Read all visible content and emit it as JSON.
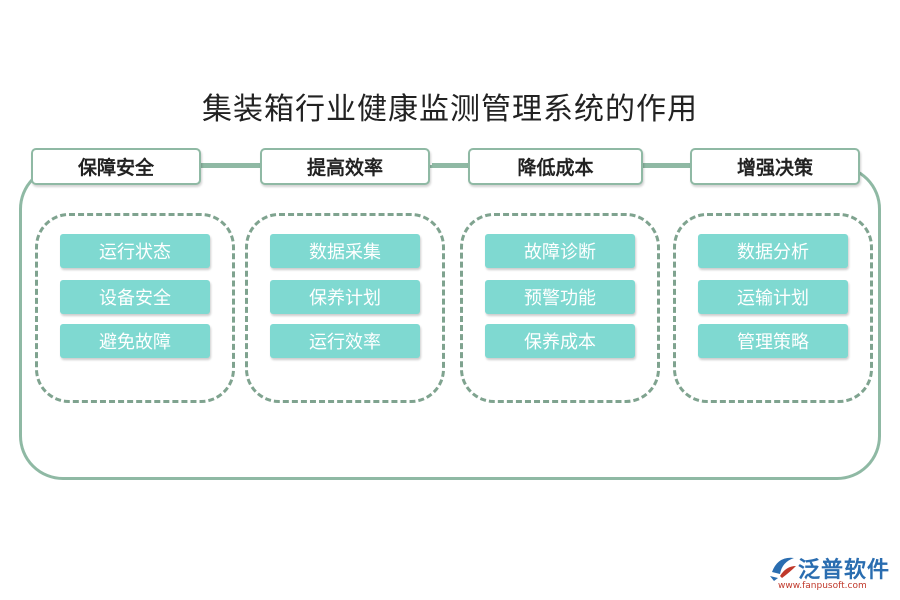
{
  "title": "集装箱行业健康监测管理系统的作用",
  "columns": [
    {
      "header": "保障安全",
      "items": [
        "运行状态",
        "设备安全",
        "避免故障"
      ]
    },
    {
      "header": "提高效率",
      "items": [
        "数据采集",
        "保养计划",
        "运行效率"
      ]
    },
    {
      "header": "降低成本",
      "items": [
        "故障诊断",
        "预警功能",
        "保养成本"
      ]
    },
    {
      "header": "增强决策",
      "items": [
        "数据分析",
        "运输计划",
        "管理策略"
      ]
    }
  ],
  "logo": {
    "name": "泛普软件",
    "url": "www.fanpusoft.com",
    "icon": "fanpu-logo-icon"
  },
  "colors": {
    "border": "#8fb9a4",
    "dashed": "#7fa38f",
    "item_fill": "#7fd9d1",
    "item_text": "#ffffff",
    "logo_blue": "#2a6db0",
    "logo_red": "#c0392b"
  }
}
